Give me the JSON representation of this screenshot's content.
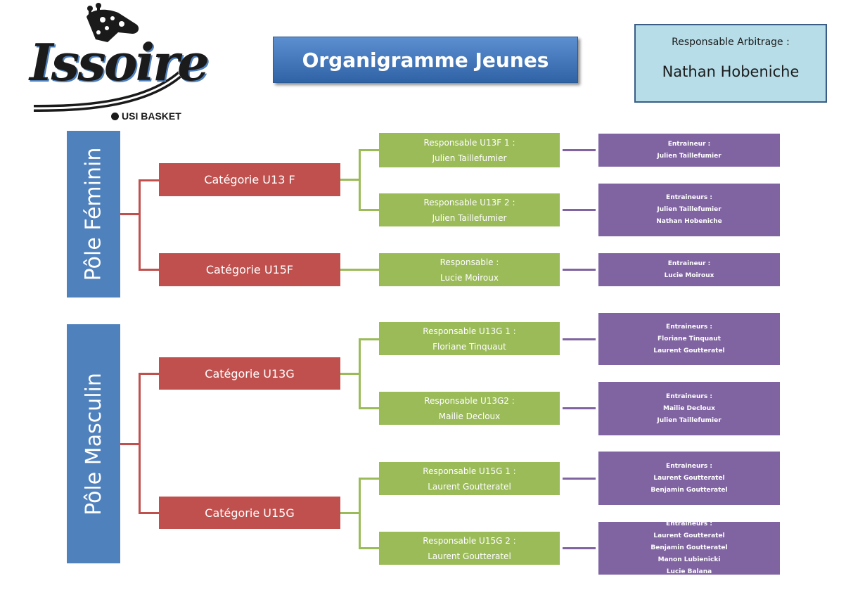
{
  "title": "Organigramme Jeunes",
  "logo": {
    "script_text": "Issoire",
    "club_text": "USI BASKET"
  },
  "referee": {
    "label": "Responsable Arbitrage :",
    "name": "Nathan Hobeniche"
  },
  "poles": [
    {
      "label": "Pôle Féminin"
    },
    {
      "label": "Pôle Masculin"
    }
  ],
  "categories": [
    {
      "label": "Catégorie U13 F"
    },
    {
      "label": "Catégorie U15F"
    },
    {
      "label": "Catégorie U13G"
    },
    {
      "label": "Catégorie U15G"
    }
  ],
  "managers": [
    {
      "title": "Responsable U13F 1 :",
      "name": "Julien Taillefumier"
    },
    {
      "title": "Responsable U13F 2 :",
      "name": "Julien Taillefumier"
    },
    {
      "title": "Responsable :",
      "name": "Lucie Moiroux"
    },
    {
      "title": "Responsable U13G 1 :",
      "name": "Floriane Tinquaut"
    },
    {
      "title": "Responsable U13G2 :",
      "name": "Mailie Decloux"
    },
    {
      "title": "Responsable U15G 1 :",
      "name": "Laurent Goutteratel"
    },
    {
      "title": "Responsable U15G 2 :",
      "name": "Laurent Goutteratel"
    }
  ],
  "coaches": [
    {
      "title": "Entraineur :",
      "names": [
        "Julien Taillefumier"
      ]
    },
    {
      "title": "Entraineurs :",
      "names": [
        "Julien Taillefumier",
        "Nathan Hobeniche"
      ]
    },
    {
      "title": "Entraineur :",
      "names": [
        "Lucie Moiroux"
      ]
    },
    {
      "title": "Entraineurs :",
      "names": [
        "Floriane Tinquaut",
        "Laurent Goutteratel"
      ]
    },
    {
      "title": "Entraineurs :",
      "names": [
        "Mailie Decloux",
        "Julien Taillefumier"
      ]
    },
    {
      "title": "Entraineurs :",
      "names": [
        "Laurent Goutteratel",
        "Benjamin Goutteratel"
      ]
    },
    {
      "title": "Entraineurs :",
      "names": [
        "Laurent Goutteratel",
        "Benjamin Goutteratel",
        "Manon Lubienicki",
        "Lucie Balana"
      ]
    }
  ],
  "colors": {
    "pole": "#4f81bd",
    "category": "#c0504d",
    "manager": "#9bbb59",
    "coach": "#8064a2",
    "title_banner": "#3b74bd",
    "referee_box": "#b7dde8"
  }
}
